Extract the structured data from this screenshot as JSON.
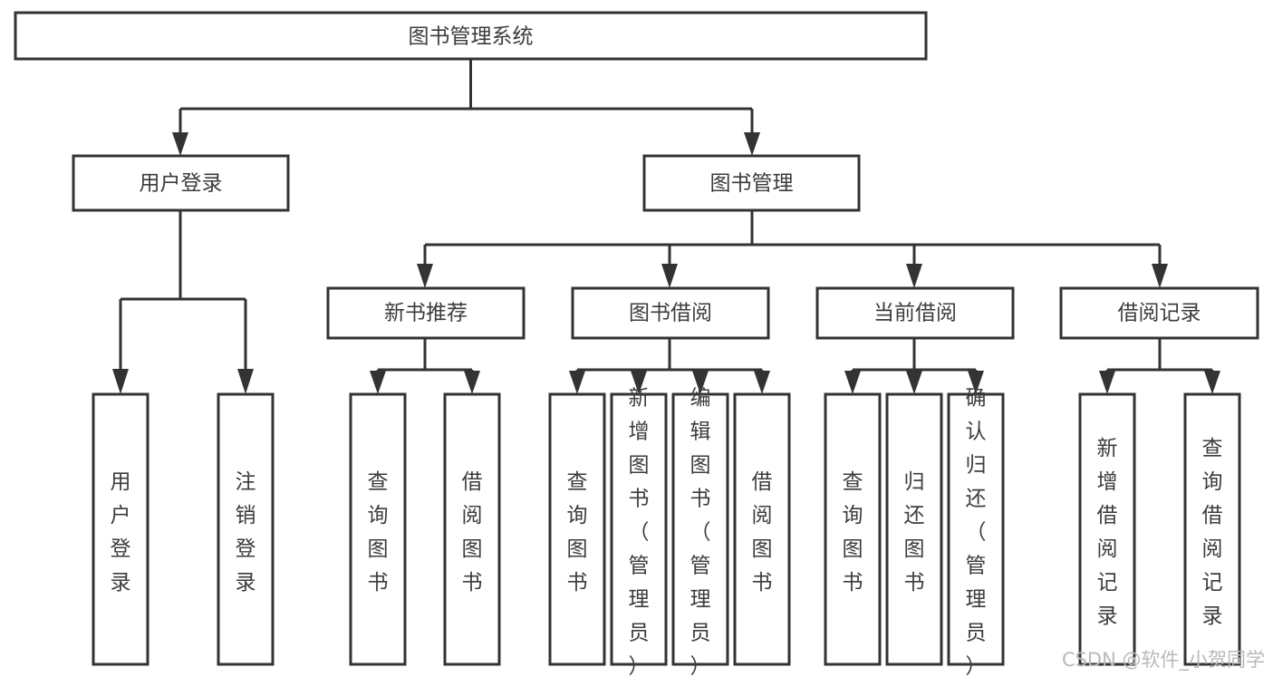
{
  "diagram": {
    "type": "tree",
    "title": "图书管理系统",
    "orientation": "top-down",
    "levels": 4,
    "root": {
      "id": "root",
      "label": "图书管理系统"
    },
    "level1": [
      {
        "id": "user-login",
        "label": "用户登录"
      },
      {
        "id": "book-management",
        "label": "图书管理"
      }
    ],
    "level2": [
      {
        "id": "new-book-recommend",
        "label": "新书推荐",
        "parent": "book-management"
      },
      {
        "id": "book-borrow",
        "label": "图书借阅",
        "parent": "book-management"
      },
      {
        "id": "current-borrow",
        "label": "当前借阅",
        "parent": "book-management"
      },
      {
        "id": "borrow-record",
        "label": "借阅记录",
        "parent": "book-management"
      }
    ],
    "leaves": {
      "user-login": [
        {
          "id": "leaf-user-login",
          "label": "用户登录"
        },
        {
          "id": "leaf-user-logout",
          "label": "注销登录"
        }
      ],
      "new-book-recommend": [
        {
          "id": "leaf-query-book-1",
          "label": "查询图书"
        },
        {
          "id": "leaf-borrow-book-1",
          "label": "借阅图书"
        }
      ],
      "book-borrow": [
        {
          "id": "leaf-query-book-2",
          "label": "查询图书"
        },
        {
          "id": "leaf-add-book",
          "label": "新增图书（管理员）"
        },
        {
          "id": "leaf-edit-book",
          "label": "编辑图书（管理员）"
        },
        {
          "id": "leaf-borrow-book-2",
          "label": "借阅图书"
        }
      ],
      "current-borrow": [
        {
          "id": "leaf-query-book-3",
          "label": "查询图书"
        },
        {
          "id": "leaf-return-book",
          "label": "归还图书"
        },
        {
          "id": "leaf-confirm-return",
          "label": "确认归还（管理员）"
        }
      ],
      "borrow-record": [
        {
          "id": "leaf-add-record",
          "label": "新增借阅记录"
        },
        {
          "id": "leaf-query-record",
          "label": "查询借阅记录"
        }
      ]
    },
    "colors": {
      "box_fill": "#ffffff",
      "box_stroke": "#333333",
      "text": "#3c3c3c",
      "background": "#ffffff",
      "watermark": "#b9b9b9"
    }
  },
  "watermark": {
    "label": "CSDN @软件_小贺同学"
  }
}
